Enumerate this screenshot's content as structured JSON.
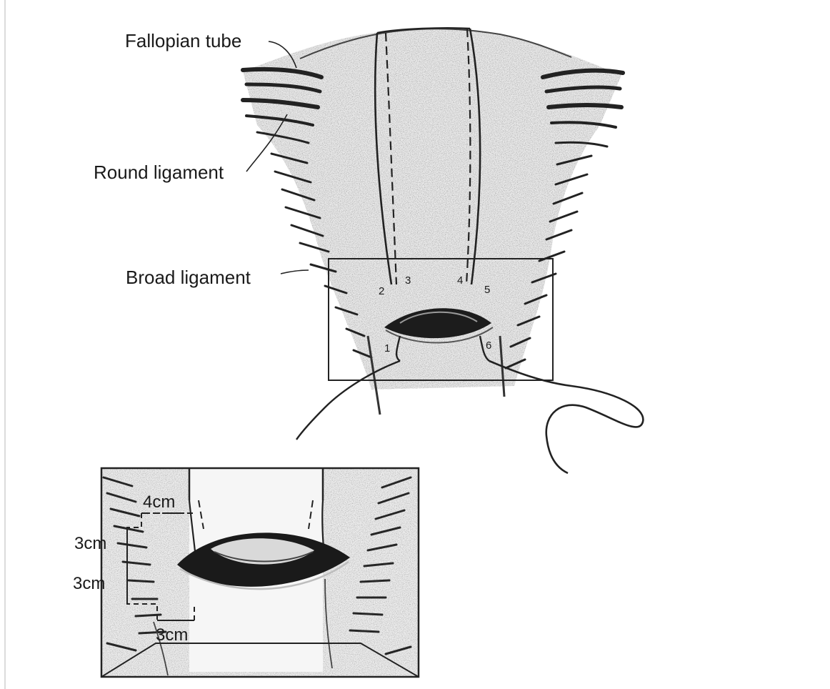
{
  "labels": {
    "fallopian_tube": "Fallopian tube",
    "round_ligament": "Round ligament",
    "broad_ligament": "Broad ligament"
  },
  "suture_points": [
    "1",
    "2",
    "3",
    "4",
    "5",
    "6"
  ],
  "inset_dimensions": {
    "top": "4cm",
    "left_upper": "3cm",
    "left_lower": "3cm",
    "bottom": "3cm"
  }
}
